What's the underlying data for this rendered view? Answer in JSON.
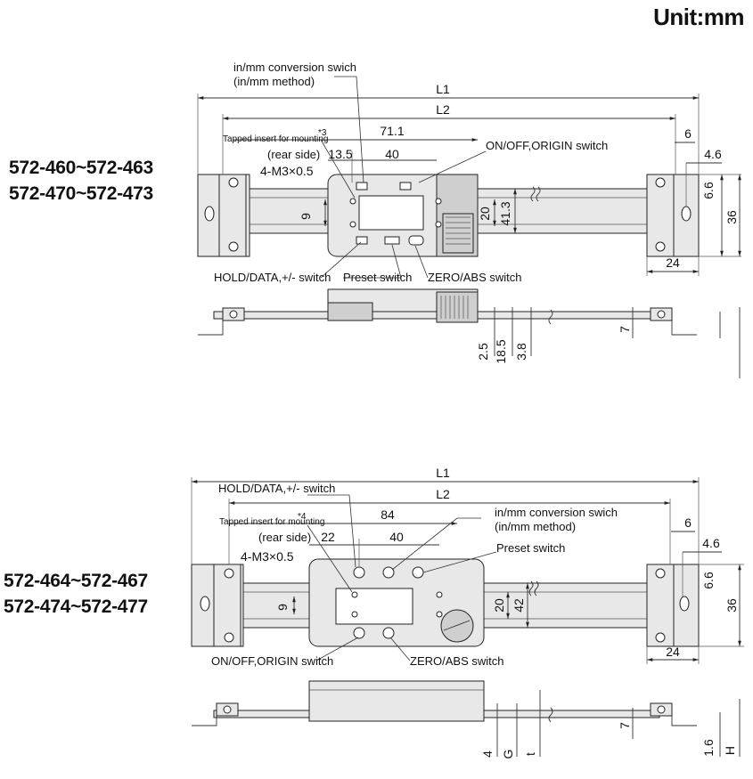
{
  "unit_label": "Unit:mm",
  "top": {
    "models": [
      "572-460~572-463",
      "572-470~572-473"
    ],
    "labels": {
      "in_mm_line1": "in/mm conversion swich",
      "in_mm_line2": "(in/mm method)",
      "L1": "L1",
      "L2": "L2",
      "tapped": "Tapped insert for mounting",
      "tapped_note": "*3",
      "rear_side": "(rear side)",
      "d71": "71.1",
      "d6": "6",
      "d4_6": "4.6",
      "d13_5": "13.5",
      "d40": "40",
      "onoff": "ON/OFF,ORIGIN switch",
      "thread": "4-M3×0.5",
      "d9": "9",
      "d20": "20",
      "d41_3": "41.3",
      "d6_6": "6.6",
      "d36": "36",
      "d24": "24",
      "hold": "HOLD/DATA,+/- switch",
      "preset": "Preset switch",
      "zero": "ZERO/ABS switch",
      "d7": "7",
      "d2_5": "2.5",
      "d18_5": "18.5",
      "d3_8": "3.8"
    }
  },
  "bottom": {
    "models": [
      "572-464~572-467",
      "572-474~572-477"
    ],
    "labels": {
      "L1": "L1",
      "hold": "HOLD/DATA,+/- switch",
      "L2": "L2",
      "in_mm_line1": "in/mm conversion swich",
      "in_mm_line2": "(in/mm method)",
      "tapped": "Tapped insert for mounting",
      "tapped_note": "*4",
      "d84": "84",
      "d6": "6",
      "rear_side": "(rear side)",
      "d22": "22",
      "d40": "40",
      "d4_6": "4.6",
      "preset": "Preset switch",
      "thread": "4-M3×0.5",
      "d6_6": "6.6",
      "d9": "9",
      "d20": "20",
      "d42": "42",
      "d36": "36",
      "d24": "24",
      "onoff": "ON/OFF,ORIGIN switch",
      "zero": "ZERO/ABS switch",
      "d7": "7",
      "d4": "4",
      "G": "G",
      "t": "t",
      "d1_6": "1.6",
      "H": "H"
    }
  }
}
